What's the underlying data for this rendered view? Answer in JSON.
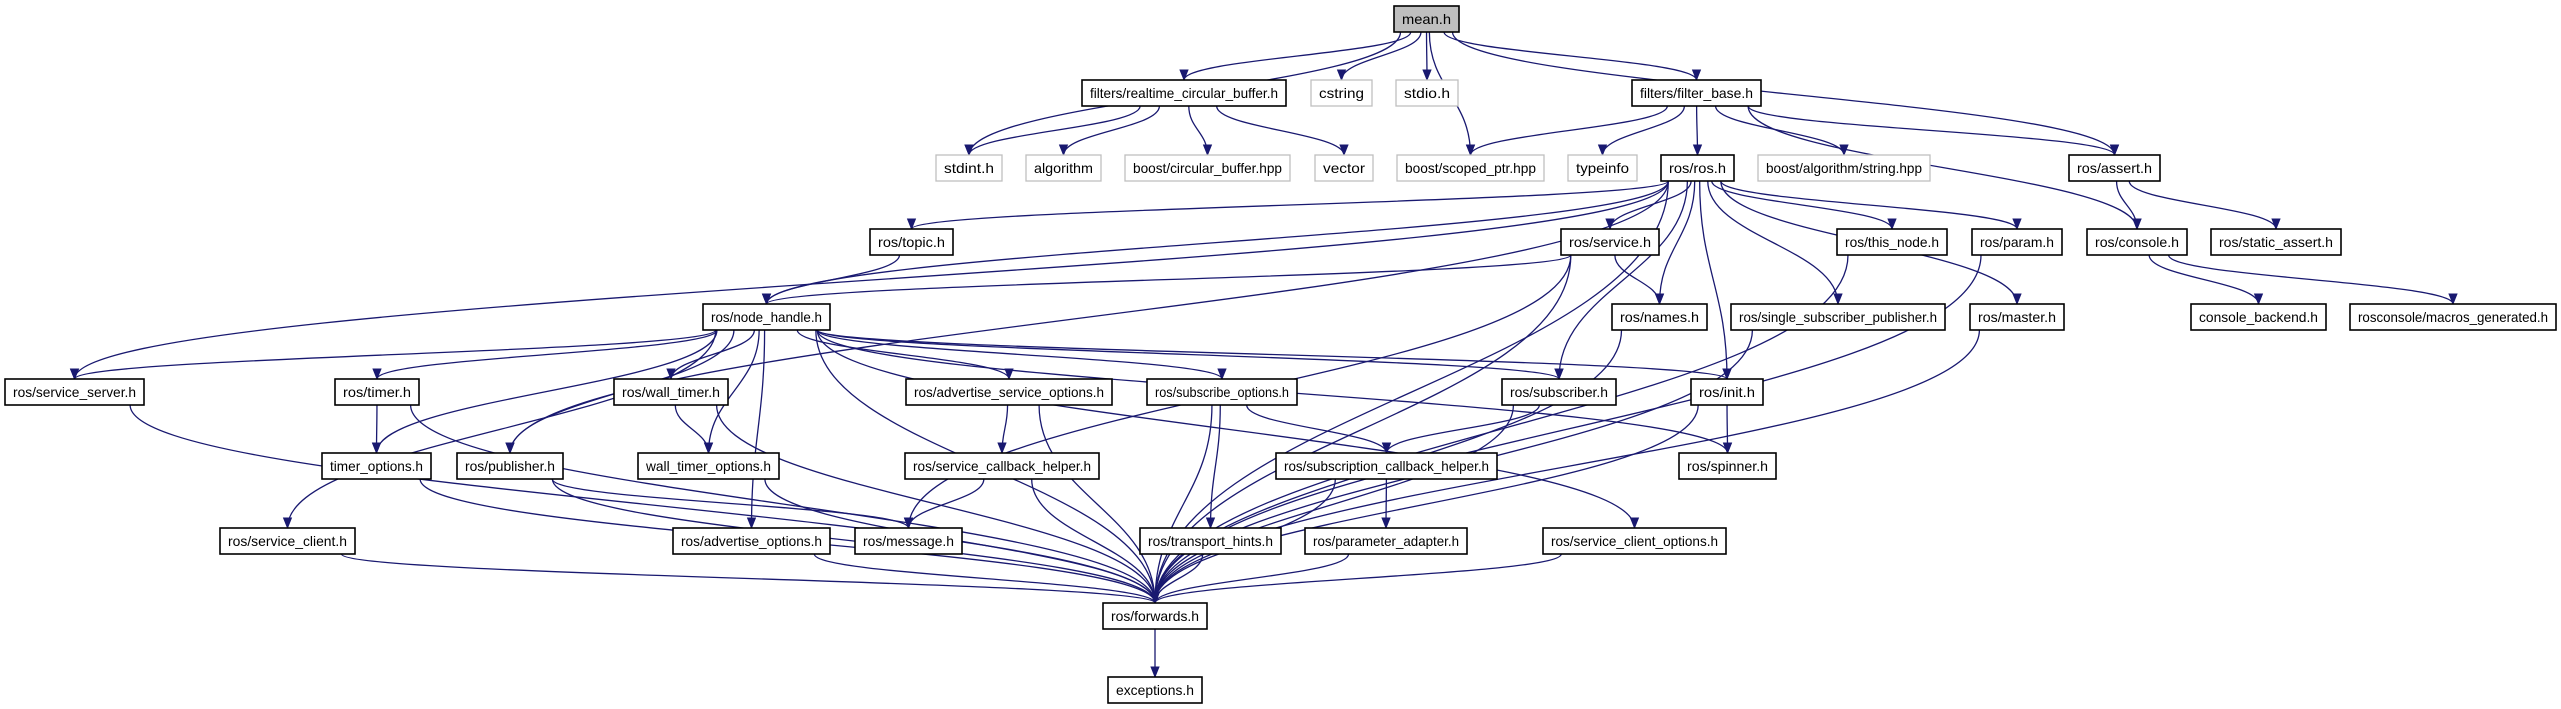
{
  "graph": {
    "edge_color": "#191970",
    "root_fill": "#bfbfbf",
    "external_border": "#bfbfbf",
    "nodes": [
      {
        "id": "mean",
        "label": "mean.h",
        "kind": "root"
      },
      {
        "id": "rcb",
        "label": "filters/realtime_circular_buffer.h",
        "kind": "internal"
      },
      {
        "id": "cstring",
        "label": "cstring",
        "kind": "external"
      },
      {
        "id": "stdio",
        "label": "stdio.h",
        "kind": "external"
      },
      {
        "id": "filter_base",
        "label": "filters/filter_base.h",
        "kind": "internal"
      },
      {
        "id": "stdint",
        "label": "stdint.h",
        "kind": "external"
      },
      {
        "id": "algorithm",
        "label": "algorithm",
        "kind": "external"
      },
      {
        "id": "circ",
        "label": "boost/circular_buffer.hpp",
        "kind": "external"
      },
      {
        "id": "vector",
        "label": "vector",
        "kind": "external"
      },
      {
        "id": "scoped",
        "label": "boost/scoped_ptr.hpp",
        "kind": "external"
      },
      {
        "id": "typeinfo",
        "label": "typeinfo",
        "kind": "external"
      },
      {
        "id": "ros",
        "label": "ros/ros.h",
        "kind": "internal"
      },
      {
        "id": "bstring",
        "label": "boost/algorithm/string.hpp",
        "kind": "external"
      },
      {
        "id": "assert",
        "label": "ros/assert.h",
        "kind": "internal"
      },
      {
        "id": "topic",
        "label": "ros/topic.h",
        "kind": "internal"
      },
      {
        "id": "service",
        "label": "ros/service.h",
        "kind": "internal"
      },
      {
        "id": "this_node",
        "label": "ros/this_node.h",
        "kind": "internal"
      },
      {
        "id": "param",
        "label": "ros/param.h",
        "kind": "internal"
      },
      {
        "id": "console",
        "label": "ros/console.h",
        "kind": "internal"
      },
      {
        "id": "static_assert",
        "label": "ros/static_assert.h",
        "kind": "internal"
      },
      {
        "id": "node_handle",
        "label": "ros/node_handle.h",
        "kind": "internal"
      },
      {
        "id": "names",
        "label": "ros/names.h",
        "kind": "internal"
      },
      {
        "id": "ssp",
        "label": "ros/single_subscriber_publisher.h",
        "kind": "internal"
      },
      {
        "id": "master",
        "label": "ros/master.h",
        "kind": "internal"
      },
      {
        "id": "console_backend",
        "label": "console_backend.h",
        "kind": "internal"
      },
      {
        "id": "macros",
        "label": "rosconsole/macros_generated.h",
        "kind": "internal"
      },
      {
        "id": "service_server",
        "label": "ros/service_server.h",
        "kind": "internal"
      },
      {
        "id": "timer",
        "label": "ros/timer.h",
        "kind": "internal"
      },
      {
        "id": "wall_timer",
        "label": "ros/wall_timer.h",
        "kind": "internal"
      },
      {
        "id": "aso",
        "label": "ros/advertise_service_options.h",
        "kind": "internal"
      },
      {
        "id": "subopts",
        "label": "ros/subscribe_options.h",
        "kind": "internal"
      },
      {
        "id": "subscriber",
        "label": "ros/subscriber.h",
        "kind": "internal"
      },
      {
        "id": "init",
        "label": "ros/init.h",
        "kind": "internal"
      },
      {
        "id": "timer_options",
        "label": "timer_options.h",
        "kind": "internal"
      },
      {
        "id": "publisher",
        "label": "ros/publisher.h",
        "kind": "internal"
      },
      {
        "id": "wto",
        "label": "wall_timer_options.h",
        "kind": "internal"
      },
      {
        "id": "sch",
        "label": "ros/service_callback_helper.h",
        "kind": "internal"
      },
      {
        "id": "subcb",
        "label": "ros/subscription_callback_helper.h",
        "kind": "internal"
      },
      {
        "id": "spinner",
        "label": "ros/spinner.h",
        "kind": "internal"
      },
      {
        "id": "service_client",
        "label": "ros/service_client.h",
        "kind": "internal"
      },
      {
        "id": "adv_opts",
        "label": "ros/advertise_options.h",
        "kind": "internal"
      },
      {
        "id": "message",
        "label": "ros/message.h",
        "kind": "internal"
      },
      {
        "id": "transport",
        "label": "ros/transport_hints.h",
        "kind": "internal"
      },
      {
        "id": "param_adapter",
        "label": "ros/parameter_adapter.h",
        "kind": "internal"
      },
      {
        "id": "sco",
        "label": "ros/service_client_options.h",
        "kind": "internal"
      },
      {
        "id": "forwards",
        "label": "ros/forwards.h",
        "kind": "internal"
      },
      {
        "id": "exceptions",
        "label": "exceptions.h",
        "kind": "internal"
      }
    ],
    "edges": [
      [
        "mean",
        "stdint"
      ],
      [
        "mean",
        "rcb"
      ],
      [
        "mean",
        "cstring"
      ],
      [
        "mean",
        "stdio"
      ],
      [
        "mean",
        "scoped"
      ],
      [
        "mean",
        "filter_base"
      ],
      [
        "mean",
        "assert"
      ],
      [
        "rcb",
        "stdint"
      ],
      [
        "rcb",
        "algorithm"
      ],
      [
        "rcb",
        "circ"
      ],
      [
        "rcb",
        "vector"
      ],
      [
        "filter_base",
        "scoped"
      ],
      [
        "filter_base",
        "typeinfo"
      ],
      [
        "filter_base",
        "ros"
      ],
      [
        "filter_base",
        "bstring"
      ],
      [
        "filter_base",
        "assert"
      ],
      [
        "filter_base",
        "console"
      ],
      [
        "assert",
        "console"
      ],
      [
        "assert",
        "static_assert"
      ],
      [
        "console",
        "console_backend"
      ],
      [
        "console",
        "macros"
      ],
      [
        "ros",
        "topic"
      ],
      [
        "ros",
        "node_handle"
      ],
      [
        "ros",
        "service_server"
      ],
      [
        "ros",
        "publisher"
      ],
      [
        "ros",
        "service"
      ],
      [
        "ros",
        "names"
      ],
      [
        "ros",
        "subscriber"
      ],
      [
        "ros",
        "init"
      ],
      [
        "ros",
        "this_node"
      ],
      [
        "ros",
        "param"
      ],
      [
        "ros",
        "ssp"
      ],
      [
        "ros",
        "master"
      ],
      [
        "ros",
        "forwards"
      ],
      [
        "topic",
        "node_handle"
      ],
      [
        "service",
        "node_handle"
      ],
      [
        "service",
        "names"
      ],
      [
        "service",
        "message"
      ],
      [
        "service",
        "forwards"
      ],
      [
        "node_handle",
        "service_server"
      ],
      [
        "node_handle",
        "timer"
      ],
      [
        "node_handle",
        "wall_timer"
      ],
      [
        "node_handle",
        "aso"
      ],
      [
        "node_handle",
        "subopts"
      ],
      [
        "node_handle",
        "subscriber"
      ],
      [
        "node_handle",
        "init"
      ],
      [
        "node_handle",
        "spinner"
      ],
      [
        "node_handle",
        "timer_options"
      ],
      [
        "node_handle",
        "publisher"
      ],
      [
        "node_handle",
        "wto"
      ],
      [
        "node_handle",
        "adv_opts"
      ],
      [
        "node_handle",
        "service_client"
      ],
      [
        "node_handle",
        "sco"
      ],
      [
        "node_handle",
        "forwards"
      ],
      [
        "timer",
        "timer_options"
      ],
      [
        "timer",
        "forwards"
      ],
      [
        "wall_timer",
        "wto"
      ],
      [
        "wall_timer",
        "forwards"
      ],
      [
        "timer_options",
        "forwards"
      ],
      [
        "publisher",
        "message"
      ],
      [
        "publisher",
        "forwards"
      ],
      [
        "wto",
        "forwards"
      ],
      [
        "aso",
        "sch"
      ],
      [
        "aso",
        "forwards"
      ],
      [
        "sch",
        "message"
      ],
      [
        "sch",
        "forwards"
      ],
      [
        "subopts",
        "transport"
      ],
      [
        "subopts",
        "subcb"
      ],
      [
        "subopts",
        "forwards"
      ],
      [
        "subscriber",
        "subcb"
      ],
      [
        "subscriber",
        "forwards"
      ],
      [
        "init",
        "spinner"
      ],
      [
        "init",
        "forwards"
      ],
      [
        "subcb",
        "param_adapter"
      ],
      [
        "subcb",
        "forwards"
      ],
      [
        "service_client",
        "forwards"
      ],
      [
        "adv_opts",
        "forwards"
      ],
      [
        "transport",
        "forwards"
      ],
      [
        "param_adapter",
        "forwards"
      ],
      [
        "sco",
        "forwards"
      ],
      [
        "service_server",
        "forwards"
      ],
      [
        "names",
        "forwards"
      ],
      [
        "ssp",
        "forwards"
      ],
      [
        "master",
        "forwards"
      ],
      [
        "this_node",
        "forwards"
      ],
      [
        "param",
        "forwards"
      ],
      [
        "forwards",
        "exceptions"
      ]
    ]
  }
}
